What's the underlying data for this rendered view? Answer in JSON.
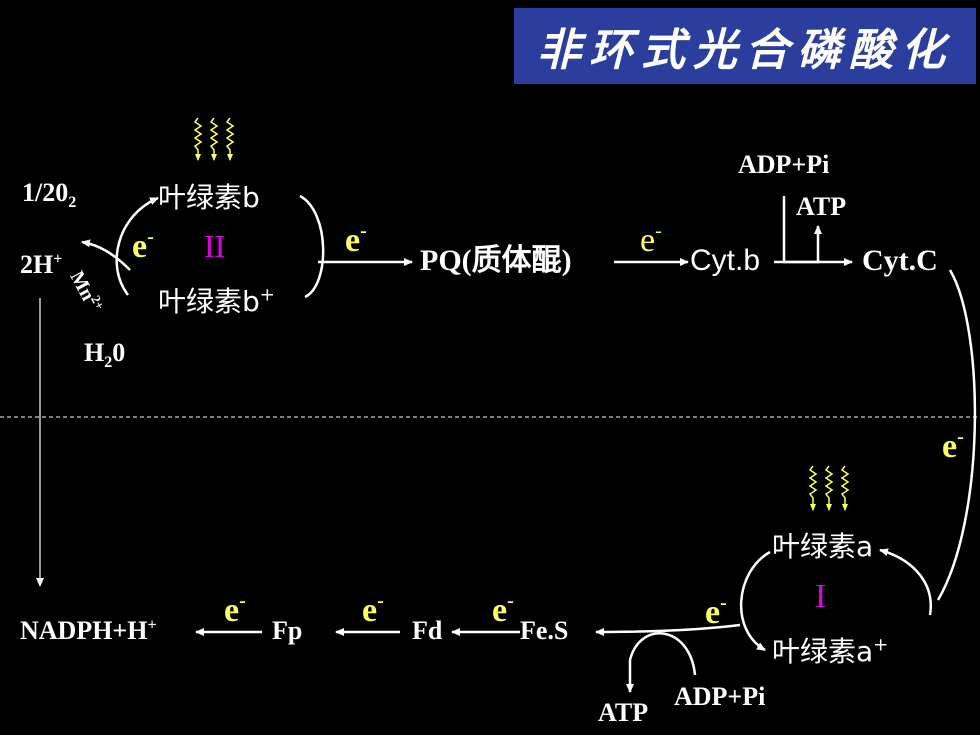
{
  "title": "非环式光合磷酸化",
  "colors": {
    "background": "#000000",
    "title_bg": "#2b3e9e",
    "electron": "#ffff66",
    "photosystem_label": "#e000e0",
    "light_arrow": "#ffff66",
    "text": "#ffffff"
  },
  "ps2": {
    "label": "II",
    "chl_top": "叶绿素b",
    "chl_bottom_base": "叶绿素b",
    "chl_bottom_sup": "+",
    "o2_base": "1/20",
    "o2_sub": "2",
    "h_base": "2H",
    "h_sup": "+",
    "mn_base": "Mn",
    "mn_sup": "2+",
    "water_base": "H",
    "water_sub": "2",
    "water_end": "0"
  },
  "ps1": {
    "label": "I",
    "chl_top": "叶绿素a",
    "chl_bottom_base": "叶绿素a",
    "chl_bottom_sup": "+"
  },
  "electron": {
    "base": "e",
    "sup": "-"
  },
  "chain": {
    "pq": "PQ(质体醌)",
    "cyt_b": "Cyt.b",
    "cyt_c": "Cyt.C",
    "adp_top": "ADP+Pi",
    "atp_top": "ATP",
    "fes": "Fe.S",
    "fd": "Fd",
    "fp": "Fp",
    "nadph": "NADPH+H",
    "nadph_sup": "+",
    "atp_bottom": "ATP",
    "adp_bottom": "ADP+Pi"
  }
}
